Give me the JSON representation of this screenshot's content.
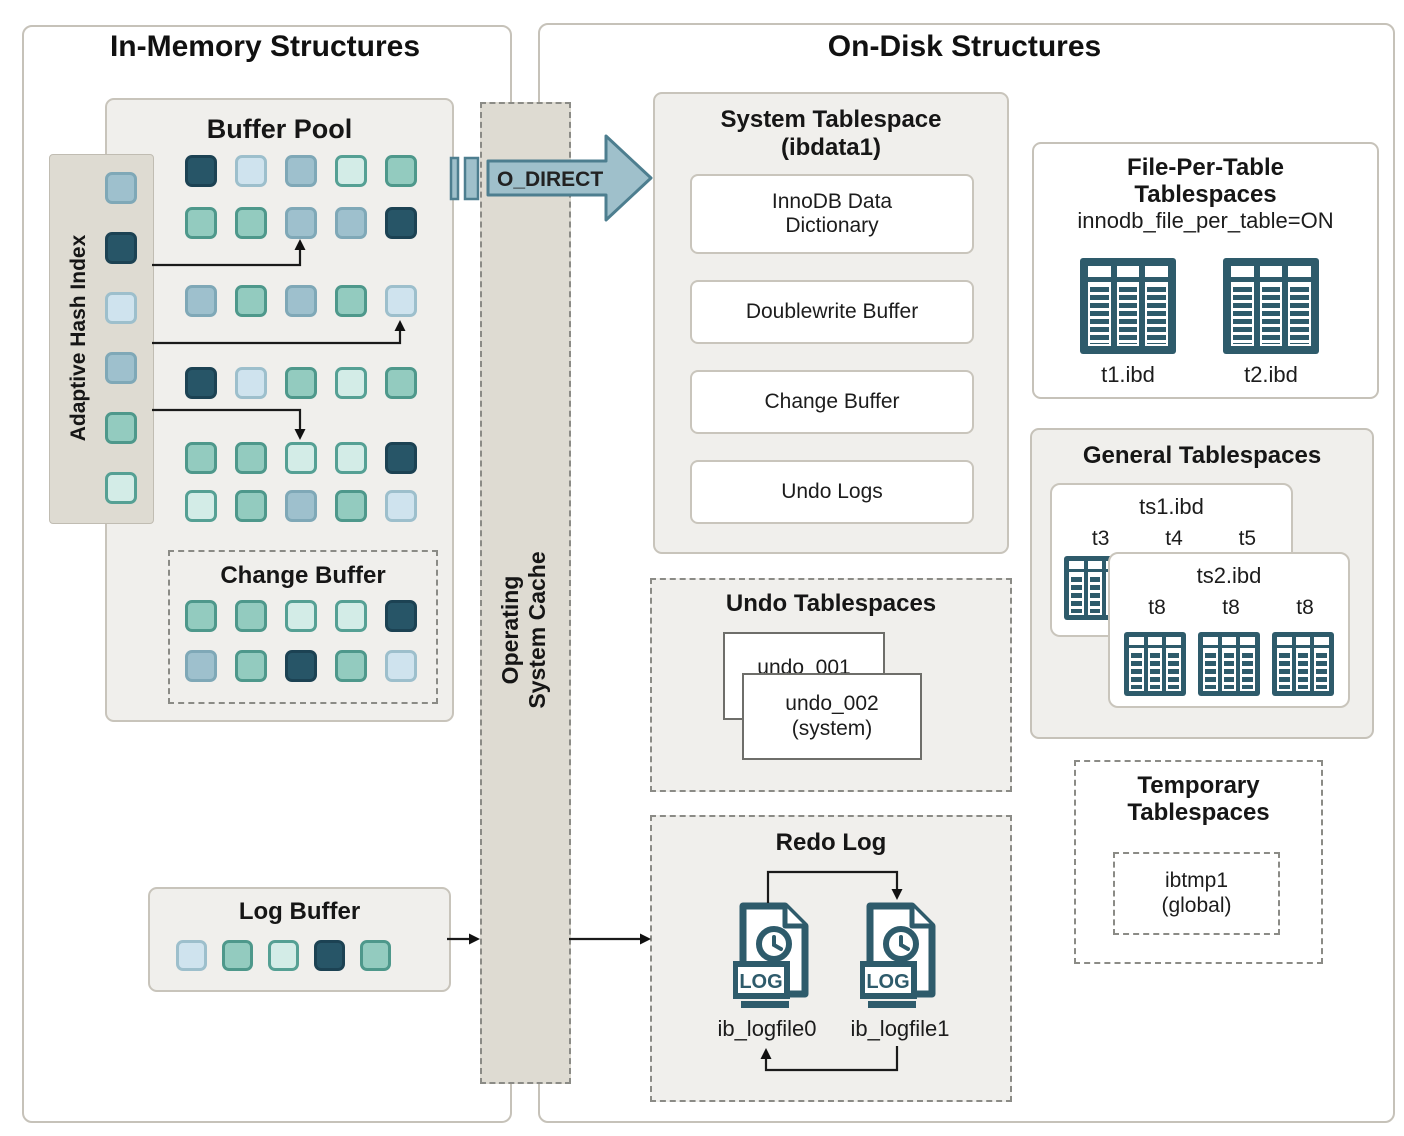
{
  "colors": {
    "dark": {
      "fill": "#275567",
      "border": "#1c4253"
    },
    "teal": {
      "fill": "#93cbbf",
      "border": "#4e988b"
    },
    "bluegray": {
      "fill": "#9ec0cd",
      "border": "#7fa8b7"
    },
    "lightblue": {
      "fill": "#cfe3ee",
      "border": "#9dbfcc"
    },
    "lightcyan": {
      "fill": "#d3ece7",
      "border": "#55a094"
    },
    "table_icon_accent": "#2e5b6b",
    "o_direct_arrow_fill": "#9fc0cb",
    "o_direct_arrow_stroke": "#4d7e8f"
  },
  "in_memory": {
    "title": "In-Memory Structures",
    "buffer_pool": {
      "title": "Buffer Pool",
      "grid": [
        [
          "dark",
          "lightblue",
          "bluegray",
          "lightcyan",
          "teal"
        ],
        [
          "teal",
          "teal",
          "bluegray",
          "bluegray",
          "dark"
        ],
        [
          "bluegray",
          "teal",
          "bluegray",
          "teal",
          "lightblue"
        ],
        [
          "dark",
          "lightblue",
          "teal",
          "lightcyan",
          "teal"
        ],
        [
          "teal",
          "teal",
          "lightcyan",
          "lightcyan",
          "dark"
        ],
        [
          "lightcyan",
          "teal",
          "bluegray",
          "teal",
          "lightblue"
        ]
      ]
    },
    "adaptive_hash_index": {
      "label": "Adaptive Hash Index",
      "column": [
        "bluegray",
        "dark",
        "lightblue",
        "bluegray",
        "teal",
        "lightcyan"
      ]
    },
    "change_buffer": {
      "title": "Change Buffer",
      "grid": [
        [
          "teal",
          "teal",
          "lightcyan",
          "lightcyan",
          "dark"
        ],
        [
          "bluegray",
          "teal",
          "dark",
          "teal",
          "lightblue"
        ]
      ]
    },
    "log_buffer": {
      "title": "Log Buffer",
      "row": [
        "lightblue",
        "teal",
        "lightcyan",
        "dark",
        "teal"
      ]
    }
  },
  "os_cache": {
    "label_line1": "Operating",
    "label_line2": "System Cache"
  },
  "o_direct": {
    "label": "O_DIRECT"
  },
  "on_disk": {
    "title": "On-Disk Structures",
    "system_tablespace": {
      "title": "System Tablespace",
      "subtitle": "(ibdata1)",
      "items": [
        "InnoDB Data Dictionary",
        "Doublewrite Buffer",
        "Change Buffer",
        "Undo Logs"
      ]
    },
    "file_per_table": {
      "title_line1": "File-Per-Table",
      "title_line2": "Tablespaces",
      "setting": "innodb_file_per_table=ON",
      "files": [
        "t1.ibd",
        "t2.ibd"
      ]
    },
    "general_tablespaces": {
      "title": "General Tablespaces",
      "ts1": {
        "label": "ts1.ibd",
        "tables": [
          "t3",
          "t4",
          "t5"
        ]
      },
      "ts2": {
        "label": "ts2.ibd",
        "tables": [
          "t8",
          "t8",
          "t8"
        ]
      }
    },
    "undo_tablespaces": {
      "title": "Undo Tablespaces",
      "card1": "undo_001",
      "card2_line1": "undo_002",
      "card2_line2": "(system)"
    },
    "redo_log": {
      "title": "Redo Log",
      "badge": "LOG",
      "files": [
        "ib_logfile0",
        "ib_logfile1"
      ]
    },
    "temporary_tablespaces": {
      "title_line1": "Temporary",
      "title_line2": "Tablespaces",
      "inner_line1": "ibtmp1",
      "inner_line2": "(global)"
    }
  }
}
